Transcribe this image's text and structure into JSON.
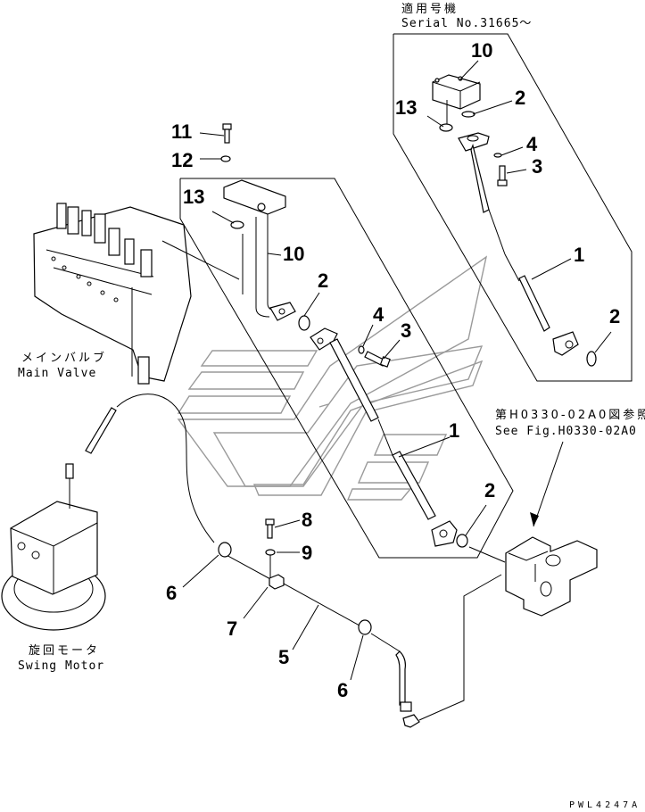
{
  "diagram": {
    "title": "Swing motor drain piping parts diagram",
    "drawing_number": "PWL4247A",
    "colors": {
      "line": "#000000",
      "watermark": "#9a9a9a",
      "background": "#ffffff"
    }
  },
  "notes": {
    "applicable_serial_jp": "適用号機",
    "applicable_serial_en": "Serial No.31665～",
    "see_fig_jp": "第H0330-02A0図参照",
    "see_fig_en": "See Fig.H0330-02A0"
  },
  "components": {
    "main_valve_jp": "メインバルブ",
    "main_valve_en": "Main Valve",
    "swing_motor_jp": "旋回モータ",
    "swing_motor_en": "Swing Motor"
  },
  "callouts": {
    "inset_10": "10",
    "inset_2_top": "2",
    "inset_13": "13",
    "inset_4": "4",
    "inset_3": "3",
    "inset_1": "1",
    "inset_2_bottom": "2",
    "main_11": "11",
    "main_12": "12",
    "main_13": "13",
    "main_10": "10",
    "main_2_top": "2",
    "main_4": "4",
    "main_3": "3",
    "main_1": "1",
    "main_2_bottom": "2",
    "hose_8": "8",
    "hose_9": "9",
    "hose_6_left": "6",
    "hose_7": "7",
    "hose_5": "5",
    "hose_6_right": "6"
  }
}
